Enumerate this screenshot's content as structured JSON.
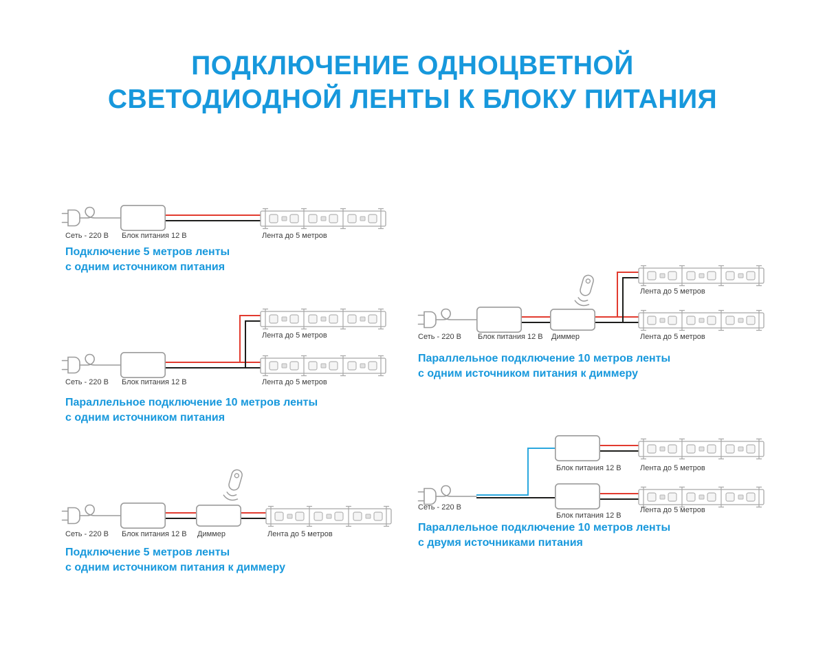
{
  "title": {
    "line1": "ПОДКЛЮЧЕНИЕ ОДНОЦВЕТНОЙ",
    "line2": "СВЕТОДИОДНОЙ ЛЕНТЫ К БЛОКУ ПИТАНИЯ"
  },
  "labels": {
    "mains": "Сеть - 220 В",
    "psu": "Блок питания 12 В",
    "dimmer": "Диммер",
    "strip": "Лента до 5 метров"
  },
  "diagrams": [
    {
      "name": "5m-one-psu",
      "caption1": "Подключение 5 метров ленты",
      "caption2": "с одним источником питания"
    },
    {
      "name": "10m-parallel-one-psu",
      "caption1": "Параллельное подключение 10 метров ленты",
      "caption2": "с одним источником питания"
    },
    {
      "name": "5m-one-psu-dimmer",
      "caption1": "Подключение 5 метров ленты",
      "caption2": "с одним источником питания к диммеру"
    },
    {
      "name": "10m-parallel-one-psu-dimmer",
      "caption1": "Параллельное подключение 10 метров ленты",
      "caption2": "с одним источником питания к диммеру"
    },
    {
      "name": "10m-parallel-two-psu",
      "caption1": "Параллельное подключение 10 метров ленты",
      "caption2": "с двумя источниками питания"
    }
  ],
  "colors": {
    "accent": "#1798dc",
    "wire_red": "#e23a2e",
    "wire_black": "#1d1d1b",
    "wire_blue": "#2aa7de",
    "outline": "#9b9b9b",
    "label_text": "#3c3c3c"
  }
}
